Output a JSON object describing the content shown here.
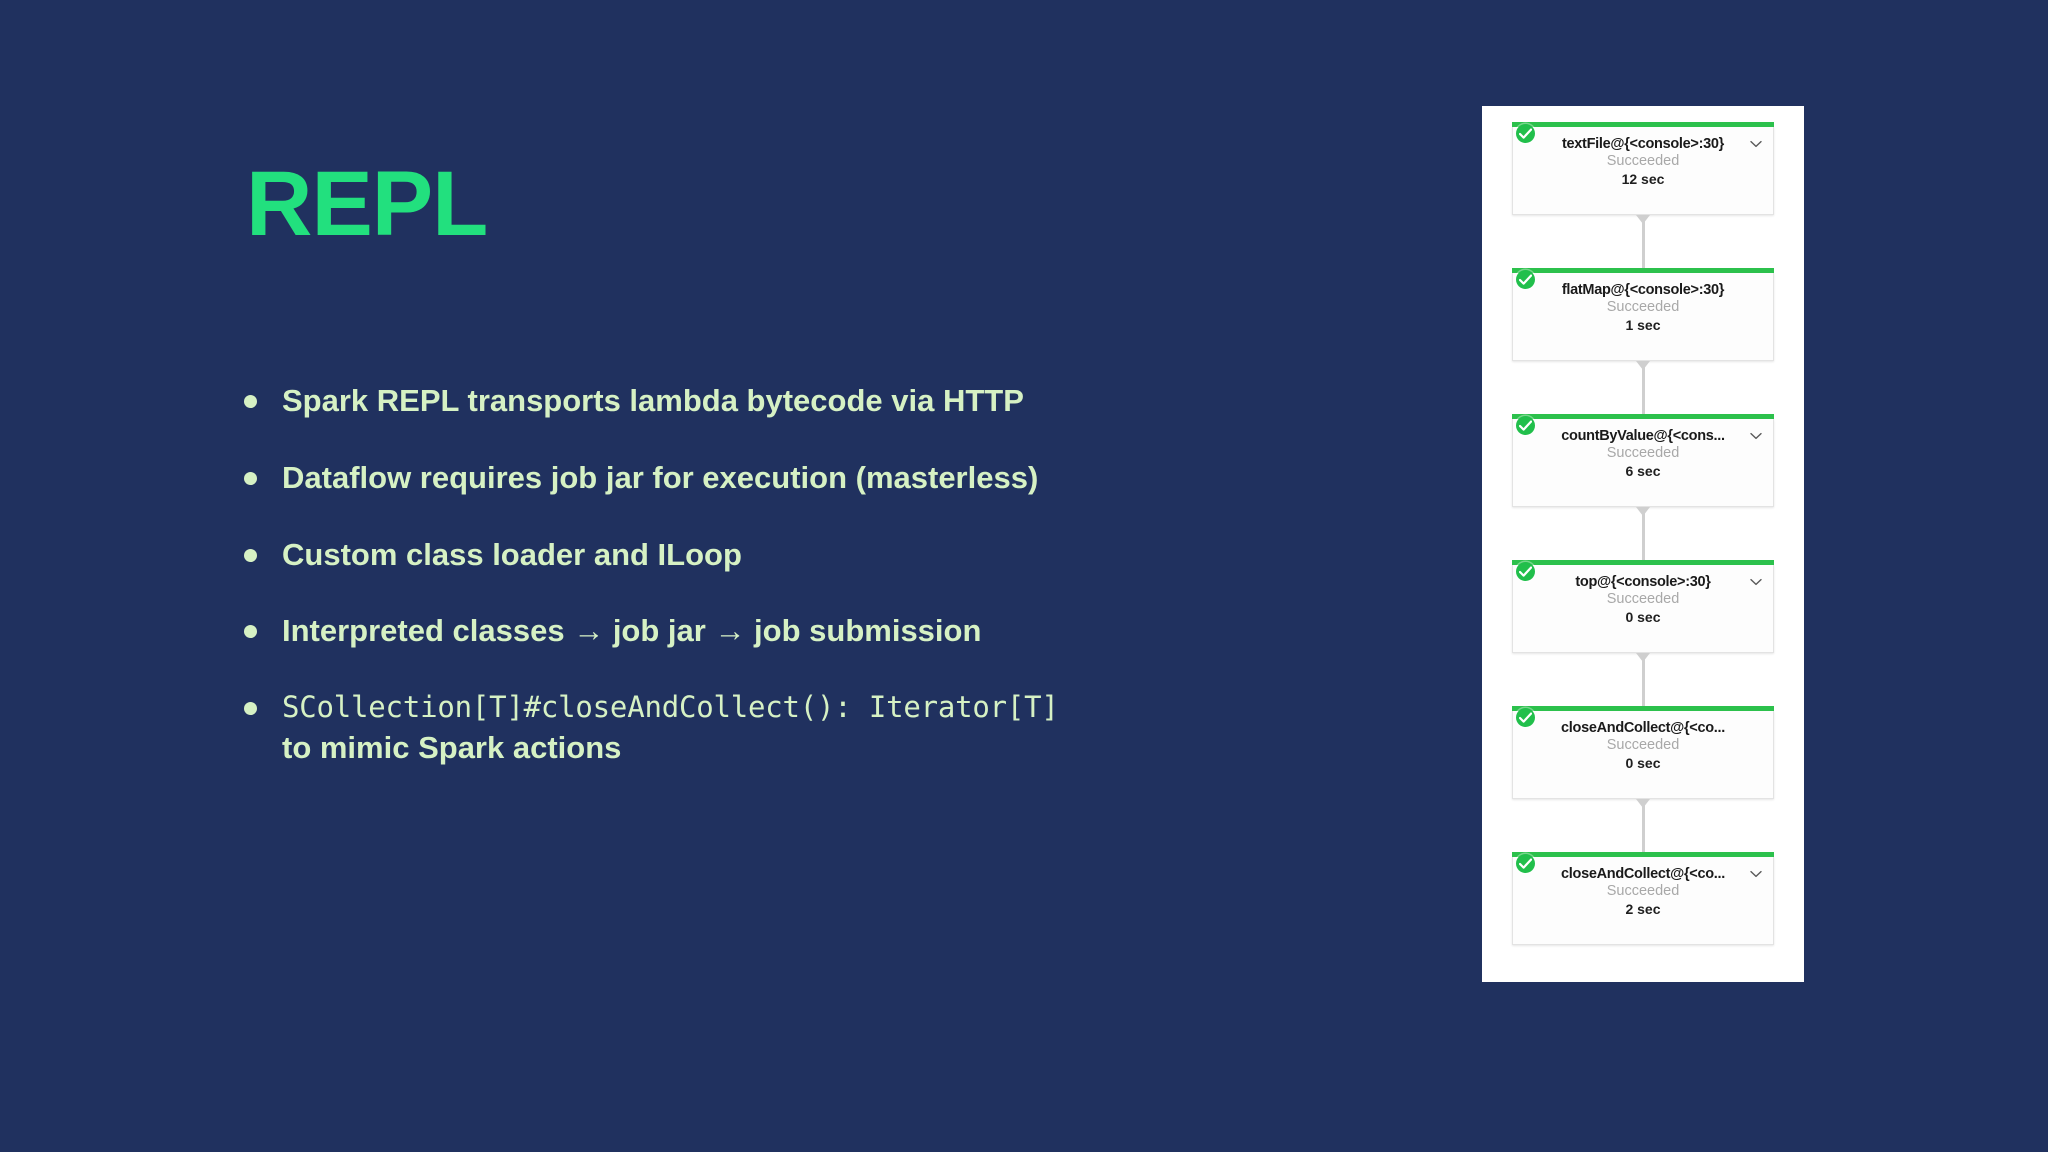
{
  "slide": {
    "background_color": "#20315f",
    "title": "REPL",
    "title_color": "#22e07e",
    "bullet_color": "#d6f1c4"
  },
  "bullets": [
    {
      "text": "Spark REPL transports lambda bytecode via HTTP",
      "mono": false
    },
    {
      "text": "Dataflow requires job jar for execution (masterless)",
      "mono": false
    },
    {
      "text": "Custom class loader and ILoop",
      "mono": false
    },
    {
      "text": "Interpreted classes → job jar → job submission",
      "mono": false
    },
    {
      "text": "SCollection[T]#closeAndCollect(): Iterator[T]",
      "mono": true,
      "continuation": "to mimic Spark actions"
    }
  ],
  "dag": {
    "panel_background": "#ffffff",
    "accent_color": "#2cc14c",
    "status_text_color": "#a8a8a8",
    "nodes": [
      {
        "title": "textFile@{<console>:30}",
        "status": "Succeeded",
        "duration": "12 sec",
        "chevron": true
      },
      {
        "title": "flatMap@{<console>:30}",
        "status": "Succeeded",
        "duration": "1 sec",
        "chevron": false
      },
      {
        "title": "countByValue@{<cons...",
        "status": "Succeeded",
        "duration": "6 sec",
        "chevron": true
      },
      {
        "title": "top@{<console>:30}",
        "status": "Succeeded",
        "duration": "0 sec",
        "chevron": true
      },
      {
        "title": "closeAndCollect@{<co...",
        "status": "Succeeded",
        "duration": "0 sec",
        "chevron": false
      },
      {
        "title": "closeAndCollect@{<co...",
        "status": "Succeeded",
        "duration": "2 sec",
        "chevron": true
      }
    ]
  }
}
